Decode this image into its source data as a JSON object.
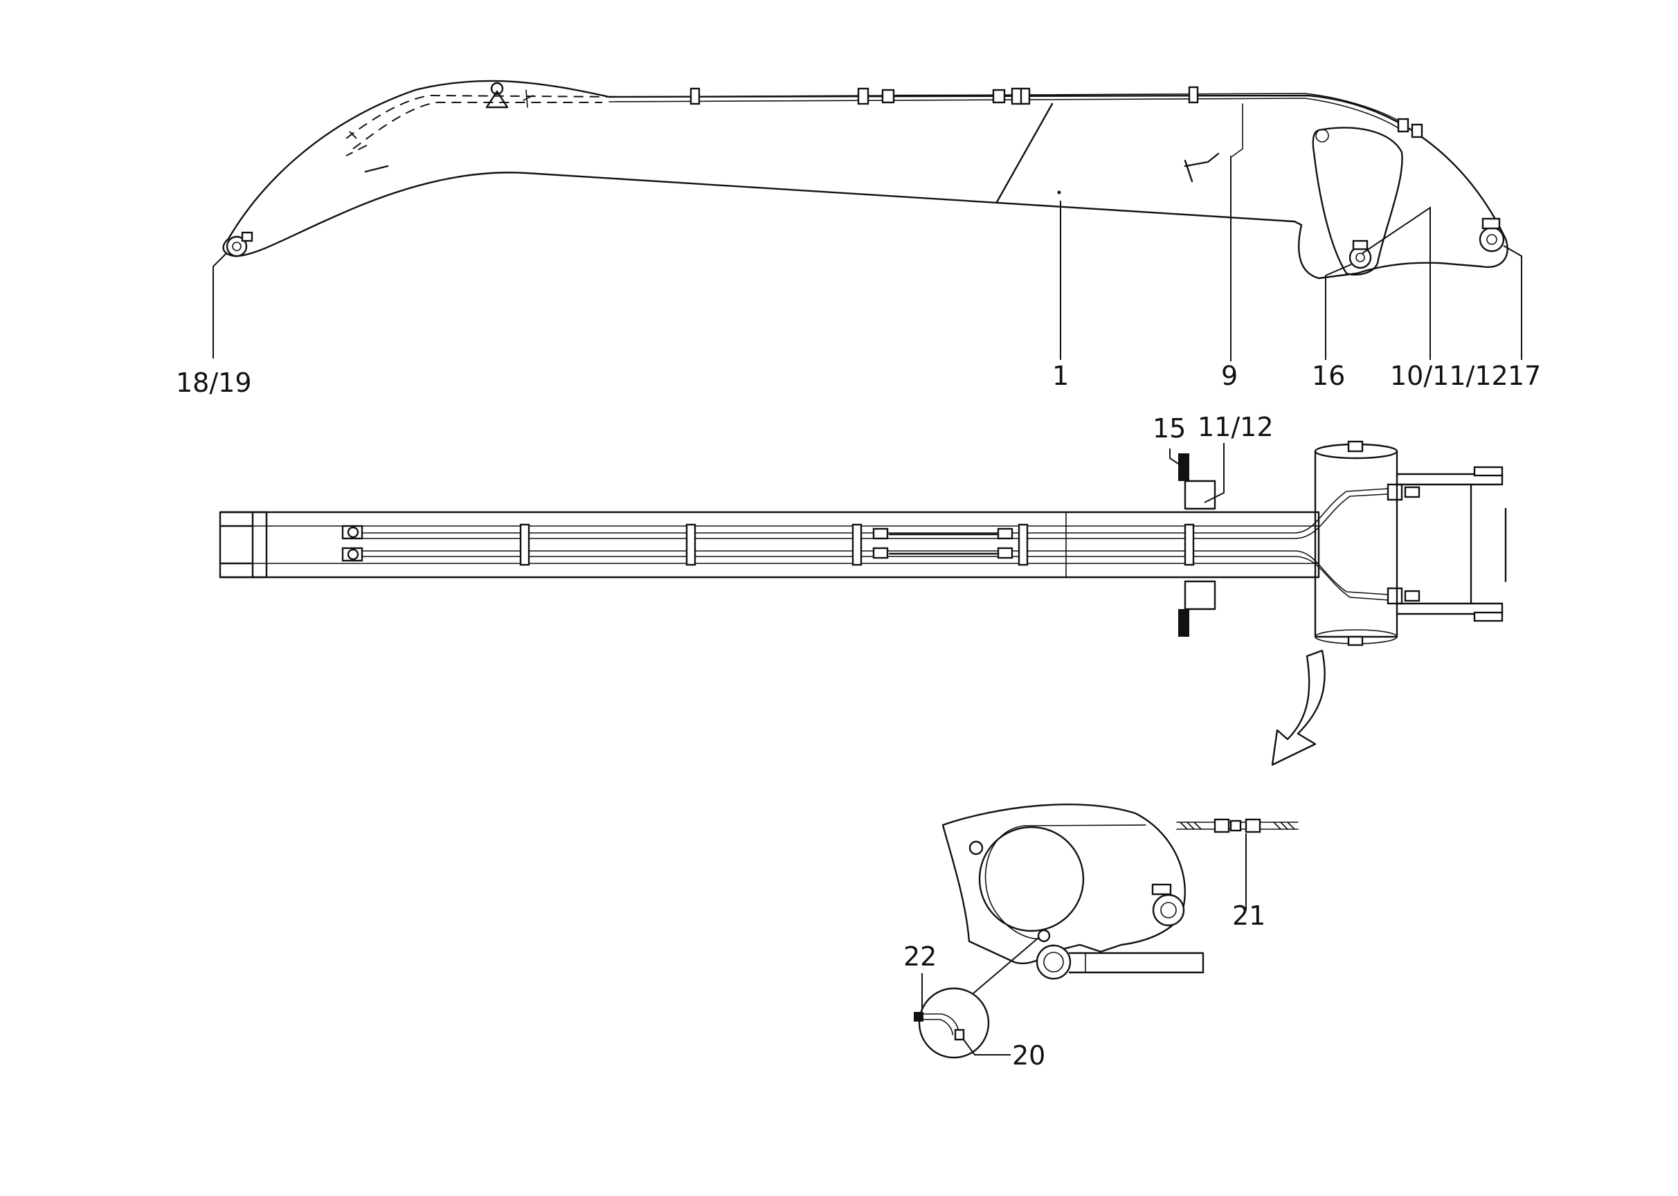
{
  "callouts": {
    "c18_19": "18/19",
    "c1": "1",
    "c9": "9",
    "c16": "16",
    "c10_11_12": "10/11/12",
    "c17": "17",
    "c15": "15",
    "c11_12": "11/12",
    "c21": "21",
    "c22": "22",
    "c20": "20"
  }
}
